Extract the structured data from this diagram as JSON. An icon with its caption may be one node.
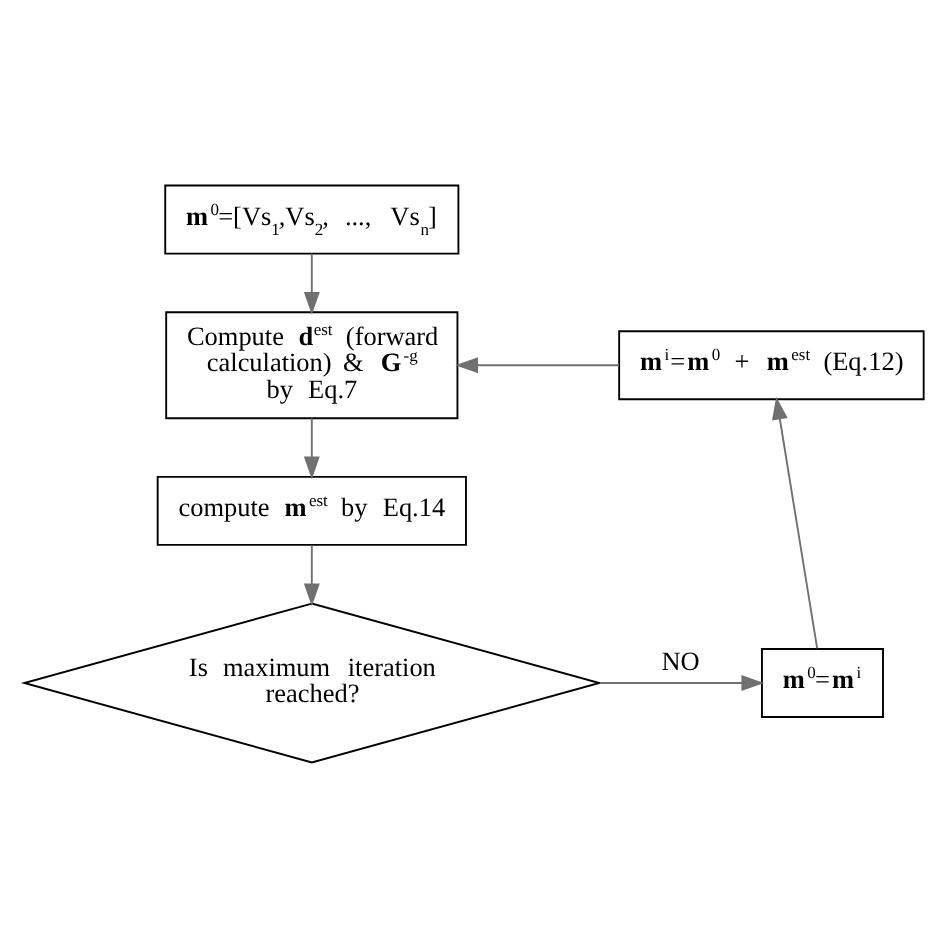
{
  "diagram": {
    "nodes": [
      {
        "text": [
          "**m**$^{0}$=[Vs$_{1}$,Vs$_{2}$, ..., Vs$_{n}$]"
        ]
      },
      {
        "text": [
          "Compute **d**$^{est}$ (forward calculation) & **G**$^{-g}$ by Eq.7"
        ]
      },
      {
        "text": [
          "compute **m**$^{est}$ by Eq.14"
        ]
      },
      {
        "text": [
          "Is maximum iteration reached?"
        ]
      },
      {
        "text": [
          "**m**$^{0}$=**m**$^{i}$"
        ]
      },
      {
        "text": [
          "**m**$^{i}$=**m**$^{0}$ + **m**$^{est}$ (Eq.12)"
        ]
      }
    ],
    "edges": [
      {
        "from": 0,
        "to": 1,
        "arrow": "to"
      },
      {
        "from": 1,
        "to": 2,
        "arrow": "to"
      },
      {
        "from": 2,
        "to": 3,
        "arrow": "to"
      },
      {
        "from": 3,
        "to": 4,
        "arrow": "to",
        "label": "NO"
      },
      {
        "from": 4,
        "to": 5,
        "arrow": "to"
      },
      {
        "from": 5,
        "to": 1,
        "arrow": "to"
      }
    ]
  }
}
